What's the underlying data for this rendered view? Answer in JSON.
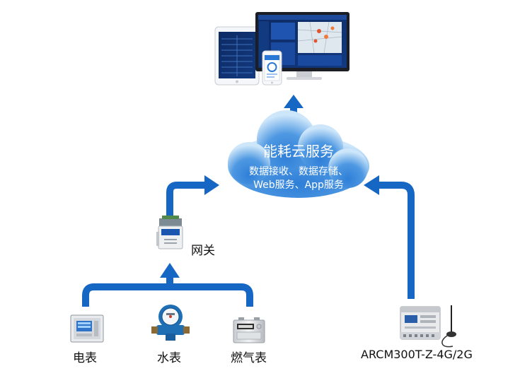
{
  "cloud": {
    "title": "能耗云服务",
    "line1": "数据接收、数据存储、",
    "line2": "Web服务、App服务"
  },
  "gateway": {
    "label": "网关"
  },
  "meters": {
    "electric": "电表",
    "water": "水表",
    "gas": "燃气表"
  },
  "device": {
    "label": "ARCM300T-Z-4G/2G"
  },
  "colors": {
    "arrow": "#1666c4",
    "cloud_dark": "#2f7fd8",
    "cloud_light": "#b9dcf7"
  },
  "icons": [
    "tablet-icon",
    "monitor-icon",
    "phone-icon",
    "cloud-icon",
    "gateway-icon",
    "electric-meter-icon",
    "water-meter-icon",
    "gas-meter-icon",
    "arcm-meter-icon",
    "antenna-icon"
  ]
}
